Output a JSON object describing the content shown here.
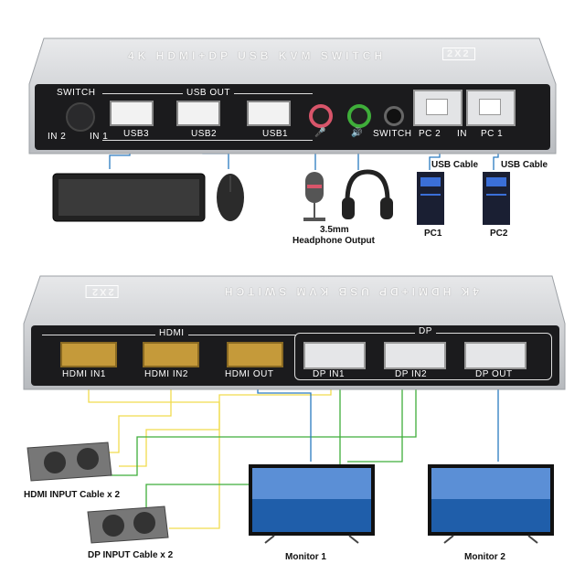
{
  "top_device": {
    "model_text": "4K HDMI+DP USB KVM SWITCH",
    "model_badge": "2X2",
    "panel": {
      "switch_label": "SWITCH",
      "in2": "IN 2",
      "in1": "IN 1",
      "usb_out": "USB OUT",
      "usb3": "USB3",
      "usb2": "USB2",
      "usb1": "USB1",
      "switch2": "SWITCH",
      "pc2": "PC 2",
      "in_mid": "IN",
      "pc1": "PC 1"
    }
  },
  "top_callouts": {
    "usb_cable_1": "USB Cable",
    "usb_cable_2": "USB Cable",
    "headphone_1": "3.5mm",
    "headphone_2": "Headphone Output",
    "pc1": "PC1",
    "pc2": "PC2"
  },
  "bottom_device": {
    "model_text": "4K HDMI+DP USB KVM SWITCH",
    "model_badge": "2X2",
    "panel": {
      "hdmi_group": "HDMI",
      "dp_group": "DP",
      "hdmi_in1": "HDMI IN1",
      "hdmi_in2": "HDMI IN2",
      "hdmi_out": "HDMI OUT",
      "dp_in1": "DP IN1",
      "dp_in2": "DP IN2",
      "dp_out": "DP OUT"
    }
  },
  "bottom_callouts": {
    "hdmi_input": "HDMI INPUT Cable x 2",
    "dp_input": "DP INPUT Cable x 2",
    "monitor1": "Monitor 1",
    "monitor2": "Monitor 2"
  },
  "colors": {
    "panel": "#1b1b1d",
    "shell": "#d8dadd",
    "cable_blue": "#2a7bc0",
    "cable_yellow": "#f0dc4e",
    "cable_green": "#3fae3a",
    "accent_gold": "#c59a3a"
  }
}
